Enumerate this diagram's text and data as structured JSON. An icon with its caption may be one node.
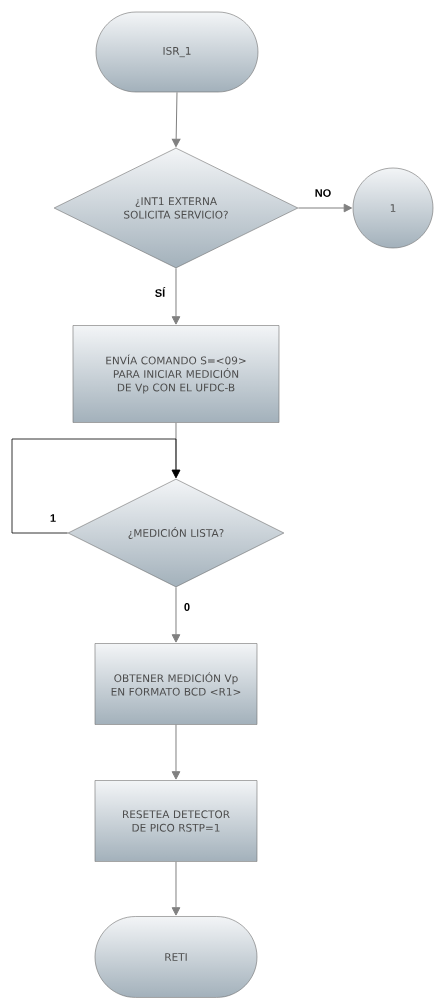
{
  "diagram": {
    "nodes": [
      {
        "text": [
          "ISR_1"
        ]
      },
      {
        "text": [
          "¿INT1 EXTERNA SOLICITA SERVICIO?"
        ]
      },
      {
        "text": [
          "1"
        ]
      },
      {
        "text": [
          "ENVÍA COMANDO S=<09> PARA INICIAR MEDICIÓN DE Vp CON EL UFDC-B"
        ]
      },
      {
        "text": [
          "¿MEDICIÓN LISTA?"
        ]
      },
      {
        "text": [
          "OBTENER MEDICIÓN Vp EN FORMATO BCD <R1>"
        ]
      },
      {
        "text": [
          "RESETEA DETECTOR DE PICO RSTP=1"
        ]
      },
      {
        "text": [
          "RETI"
        ]
      }
    ],
    "edges": [
      {
        "from": 0,
        "to": 1,
        "arrow": "to"
      },
      {
        "from": 1,
        "to": 2,
        "arrow": "to",
        "label": "NO"
      },
      {
        "from": 1,
        "to": 3,
        "arrow": "to",
        "label": "SÍ"
      },
      {
        "from": 3,
        "to": 4,
        "arrow": "to"
      },
      {
        "from": 4,
        "to": 4,
        "arrow": "to",
        "label": "1",
        "color": "#000000"
      },
      {
        "from": 4,
        "to": 5,
        "arrow": "to",
        "label": "0"
      },
      {
        "from": 5,
        "to": 6,
        "arrow": "to"
      },
      {
        "from": 6,
        "to": 7,
        "arrow": "to"
      }
    ]
  }
}
